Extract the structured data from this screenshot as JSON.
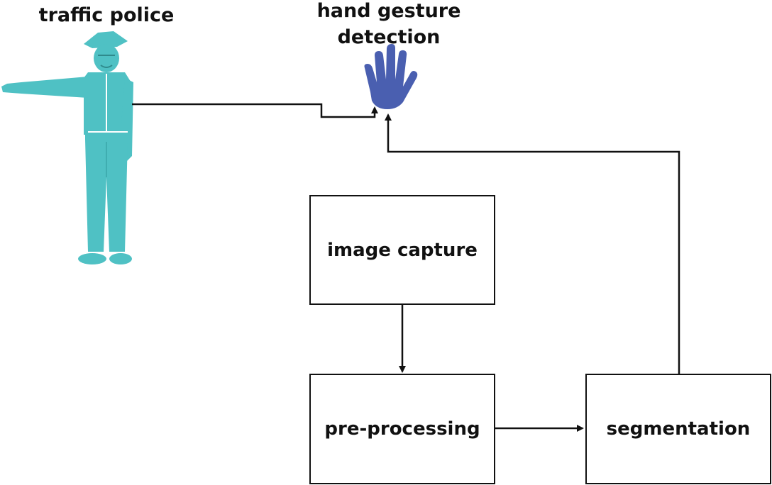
{
  "labels": {
    "traffic_police": "traffic police",
    "hand_gesture_line1": "hand gesture",
    "hand_gesture_line2": "detection"
  },
  "boxes": {
    "image_capture": "image capture",
    "pre_processing": "pre-processing",
    "segmentation": "segmentation"
  },
  "icons": {
    "police": "traffic-police-figure",
    "hand": "hand-icon"
  },
  "colors": {
    "police": "#4fc1c4",
    "hand": "#4a5fb0",
    "line": "#111111"
  }
}
